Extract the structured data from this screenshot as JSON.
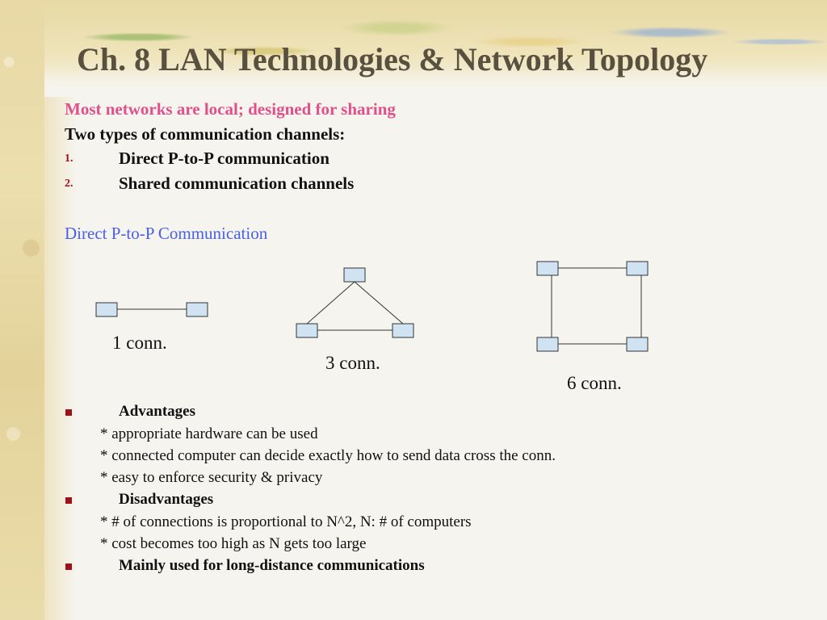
{
  "slide": {
    "title": "Ch. 8 LAN Technologies & Network Topology",
    "intro_pink": "Most networks are local; designed for sharing",
    "intro_black": "Two types of communication channels:",
    "numbered": [
      {
        "num": "1.",
        "text": "Direct P-to-P communication"
      },
      {
        "num": "2.",
        "text": "Shared communication channels"
      }
    ],
    "section_heading": "Direct P-to-P Communication",
    "diagram_captions": [
      "1 conn.",
      "3 conn.",
      "6 conn."
    ],
    "advantages": {
      "heading": "Advantages",
      "items": [
        "* appropriate hardware can be used",
        "* connected computer can decide exactly how to send data cross the conn.",
        "* easy to enforce security & privacy"
      ]
    },
    "disadvantages": {
      "heading": "Disadvantages",
      "items": [
        "* # of connections is proportional to N^2,  N: # of computers",
        "* cost becomes too high as N gets too large"
      ]
    },
    "final_bullet": "Mainly used for long-distance communications"
  },
  "colors": {
    "title": "#5a5040",
    "pink": "#e0508a",
    "blue": "#4a5ee8",
    "bullet": "#a01018",
    "node_fill": "#cfe3f3",
    "node_stroke": "#333333"
  }
}
